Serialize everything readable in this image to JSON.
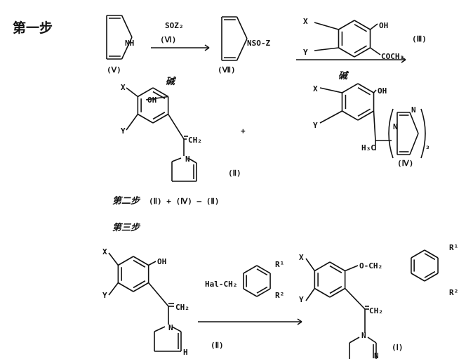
{
  "step1": {
    "label": "第一步",
    "compound_V": {
      "label": "(Ⅴ)",
      "nh": "NH"
    },
    "reagent_VI": {
      "formula": "SOZ₂",
      "label": "(Ⅵ)",
      "condition": "碱"
    },
    "compound_VII": {
      "label": "(Ⅶ)",
      "group": "NSO-Z"
    },
    "compound_III": {
      "label": "(Ⅲ)",
      "x": "X",
      "y": "Y",
      "oh": "OH",
      "acetyl": "COCH₃",
      "condition": "碱"
    },
    "compound_II": {
      "label": "(Ⅱ)",
      "x": "X",
      "y": "Y",
      "oh": "OH",
      "vinyl": "CH₂",
      "n": "N",
      "plus": "+"
    },
    "compound_IV": {
      "label": "(Ⅳ)",
      "x": "X",
      "y": "Y",
      "oh": "OH",
      "methyl": "H₃C",
      "n": "N",
      "n2": "N",
      "subscript": "₃"
    }
  },
  "step2": {
    "label": "第二步",
    "equation": "(Ⅱ) + (Ⅳ) — (Ⅱ)"
  },
  "step3": {
    "label": "第三步",
    "reactant_II": {
      "label": "(Ⅱ)",
      "x": "X",
      "y": "Y",
      "oh": "OH",
      "vinyl": "CH₂",
      "n": "N",
      "nh": "H"
    },
    "reagent": {
      "group": "Hal-CH₂",
      "r1": "R¹",
      "r2": "R²"
    },
    "product_I": {
      "label": "(Ⅰ)",
      "x": "X",
      "y": "Y",
      "ether": "O-CH₂",
      "vinyl": "CH₂",
      "n": "N",
      "n2": "N",
      "r1": "R¹",
      "r2": "R²"
    }
  }
}
